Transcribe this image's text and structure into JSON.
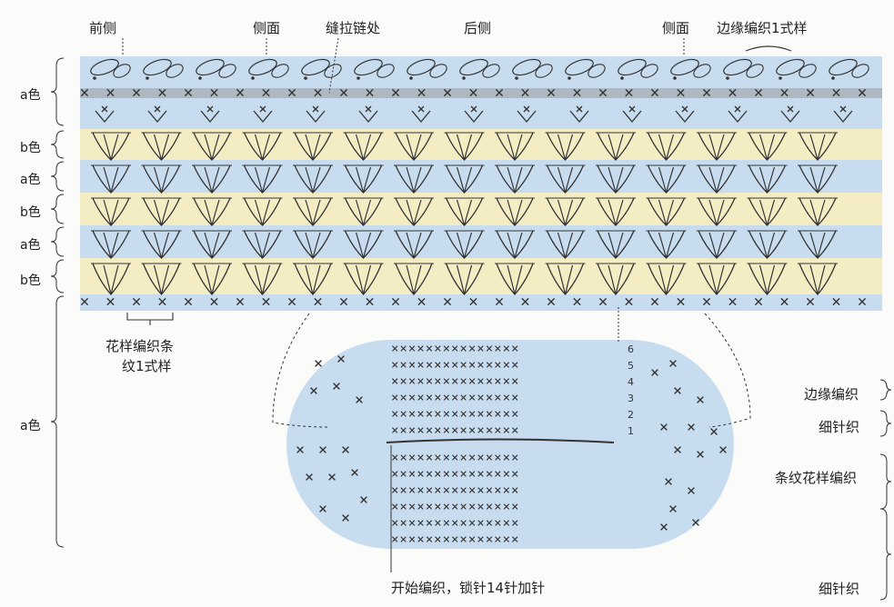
{
  "top_labels": {
    "front": "前侧",
    "side_left": "侧面",
    "zipper": "缝拉链处",
    "back": "后侧",
    "side_right": "侧面",
    "edge_pattern": "边缘编织1式样"
  },
  "left_labels": {
    "a1": "a色",
    "b1": "b色",
    "a2": "a色",
    "b2": "b色",
    "a3": "a色",
    "b3": "b色",
    "a4": "a色"
  },
  "pattern_note": {
    "line1": "花样编织条",
    "line2": "纹1式样"
  },
  "right_labels": {
    "edge": "边缘编织",
    "fine1": "细针织",
    "stripe": "条纹花样编织",
    "fine2": "细针织"
  },
  "start_note": "开始编织，锁针14针加针",
  "round_numbers": [
    "6",
    "5",
    "4",
    "3",
    "2",
    "1"
  ],
  "colors": {
    "band_a": "#c7dcef",
    "band_b": "#f4ecc3",
    "stitch": "#333333"
  },
  "x_row": "×××××××××××××××"
}
